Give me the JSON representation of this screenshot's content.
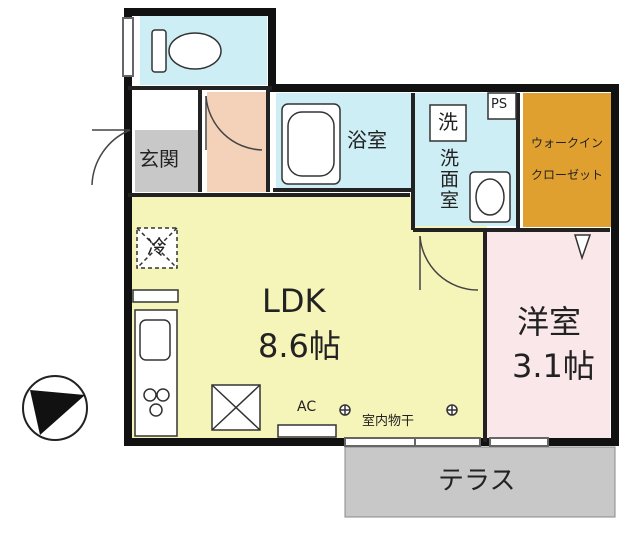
{
  "rooms": {
    "ldk": {
      "name": "LDK",
      "size": "8.6帖",
      "color": "#f6f5b9"
    },
    "western": {
      "name": "洋室",
      "size": "3.1帖",
      "color": "#f9e7ea"
    },
    "bath": {
      "name": "浴室",
      "color": "#cdeef5"
    },
    "washroom": {
      "name": "洗面室",
      "color": "#cdeef5"
    },
    "entrance": {
      "name": "玄関",
      "color": "#c8c8c8"
    },
    "closet": {
      "name": "ウォークインクローゼット",
      "line1": "ウォークイン",
      "line2": "クローゼット",
      "color": "#e0a030"
    },
    "terrace": {
      "name": "テラス",
      "color": "#c8c8c8"
    },
    "toilet": {
      "color": "#cdeef5"
    },
    "corridor": {
      "color": "#f3d2b9"
    }
  },
  "symbols": {
    "refrigerator": "冷",
    "washer": "洗",
    "pipe_shaft": "PS",
    "aircon": "AC",
    "indoor_drying": "室内物干"
  },
  "compass": {
    "direction": "north-east"
  }
}
